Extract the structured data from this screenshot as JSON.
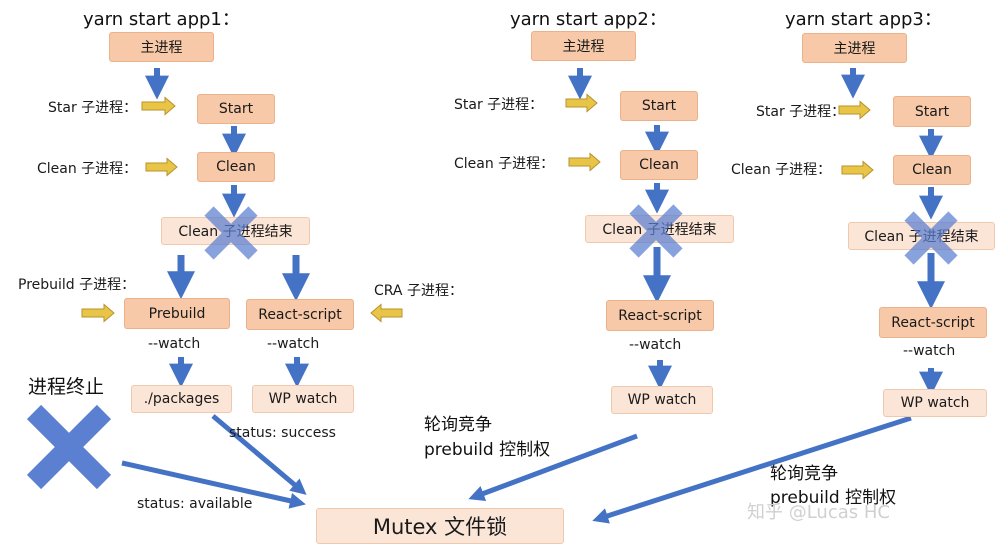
{
  "app1": {
    "title": "yarn start app1：",
    "main": "主进程",
    "star_label": "Star 子进程：",
    "start": "Start",
    "clean_label": "Clean 子进程：",
    "clean": "Clean",
    "clean_end": "Clean 子进程结束",
    "prebuild_label": "Prebuild 子进程：",
    "prebuild": "Prebuild",
    "react_script": "React-script",
    "cra_label": "CRA 子进程：",
    "watch_left": "--watch",
    "watch_right": "--watch",
    "packages": "./packages",
    "wp_watch": "WP watch",
    "status_success": "status: success"
  },
  "app2": {
    "title": "yarn start app2：",
    "main": "主进程",
    "star_label": "Star 子进程：",
    "start": "Start",
    "clean_label": "Clean 子进程：",
    "clean": "Clean",
    "clean_end": "Clean 子进程结束",
    "react_script": "React-script",
    "watch": "--watch",
    "wp_watch": "WP watch",
    "poll_line1": "轮询竞争",
    "poll_line2": "prebuild 控制权"
  },
  "app3": {
    "title": "yarn start app3：",
    "main": "主进程",
    "star_label": "Star 子进程：",
    "start": "Start",
    "clean_label": "Clean 子进程：",
    "clean": "Clean",
    "clean_end": "Clean 子进程结束",
    "react_script": "React-script",
    "watch": "--watch",
    "wp_watch": "WP watch",
    "poll_line1": "轮询竞争",
    "poll_line2": "prebuild 控制权"
  },
  "terminated": "进程终止",
  "status_available": "status: available",
  "mutex": "Mutex 文件锁",
  "watermark": "知乎 @Lucas HC",
  "colors": {
    "arrow_blue": "#4472c4",
    "arrow_gold": "#e8c547",
    "box_main": "#f7c9a8",
    "box_light": "#fbe5d6",
    "cross_blue": "#5b7fd1"
  },
  "icons": [
    "down-arrow-icon",
    "right-arrow-icon",
    "left-arrow-icon",
    "cross-icon"
  ]
}
